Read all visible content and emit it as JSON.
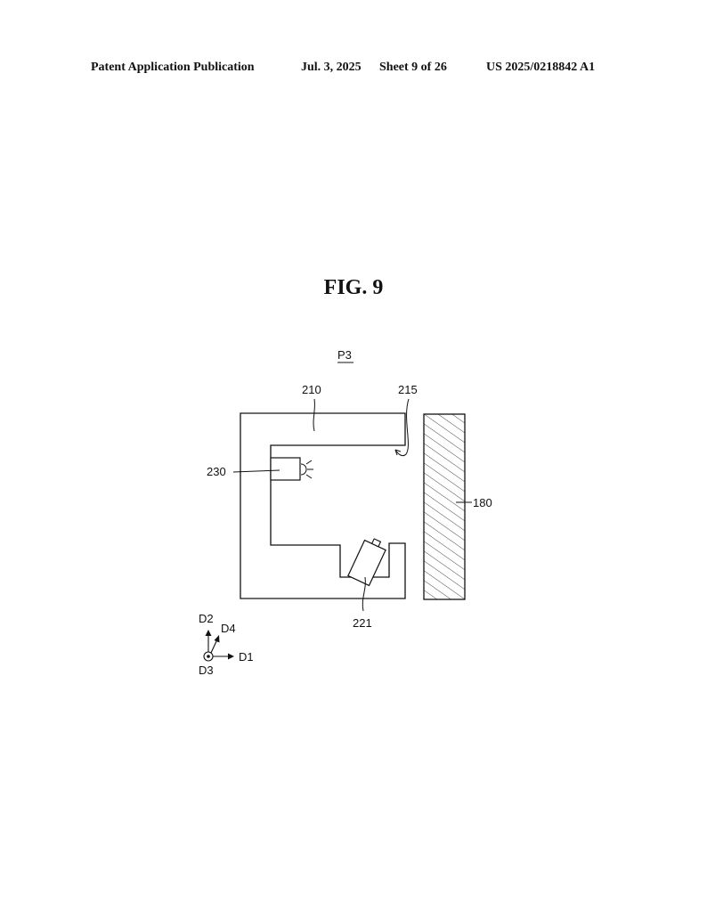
{
  "header": {
    "publication": "Patent Application Publication",
    "date": "Jul. 3, 2025",
    "sheet": "Sheet 9 of 26",
    "number": "US 2025/0218842 A1"
  },
  "figure": {
    "title": "FIG. 9",
    "position_label": "P3",
    "labels": {
      "housing": "210",
      "opening": "215",
      "light": "230",
      "camera": "221",
      "wall": "180"
    },
    "axes": {
      "d1": "D1",
      "d2": "D2",
      "d3": "D3",
      "d4": "D4"
    }
  }
}
